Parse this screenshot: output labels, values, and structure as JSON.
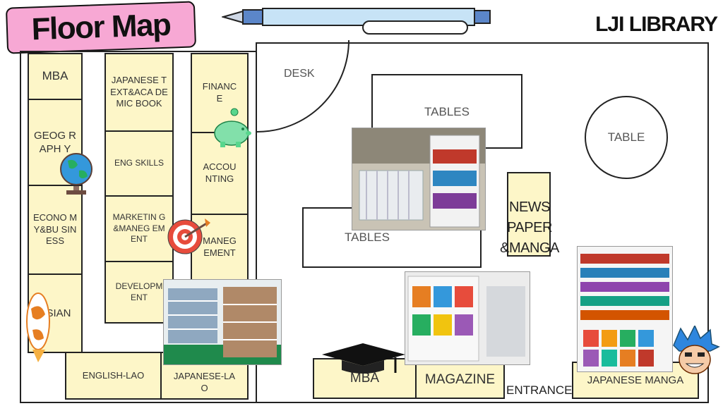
{
  "header": {
    "title": "Floor Map",
    "library_name": "LJI LIBRARY"
  },
  "left_section": {
    "col1": [
      "MBA",
      "GEOG RAPH Y",
      "ECONO MY&BU SINESS",
      "ASIAN"
    ],
    "col2": [
      "JAPANESE TEXT&ACA DEMIC BOOK",
      "ENG SKILLS",
      "MARKETIN G&MANEG EMENT",
      "DEVELOPM ENT"
    ],
    "col3": [
      "FINANC E",
      "ACCOU NTING",
      "MANEG EMENT"
    ],
    "bottom": [
      "ENGLISH-LAO",
      "JAPANESE-LAO"
    ]
  },
  "main_area": {
    "desk": "DESK",
    "tables_top": "TABLES",
    "tables_bottom": "TABLES",
    "table_round": "TABLE",
    "newspaper": "NEWS PAPER &MANGA",
    "mba": "MBA",
    "magazine": "MAGAZINE",
    "entrance": "ENTRANCE",
    "japanese_manga": "JAPANESE MANGA"
  },
  "colors": {
    "shelf_fill": "#fdf6c8",
    "title_fill": "#f7a8d4",
    "outline": "#222222"
  },
  "icons": [
    "pen-icon",
    "globe-icon",
    "piggy-bank-icon",
    "target-icon",
    "koi-fish-icon",
    "graduation-cap-icon",
    "anime-character-icon"
  ]
}
